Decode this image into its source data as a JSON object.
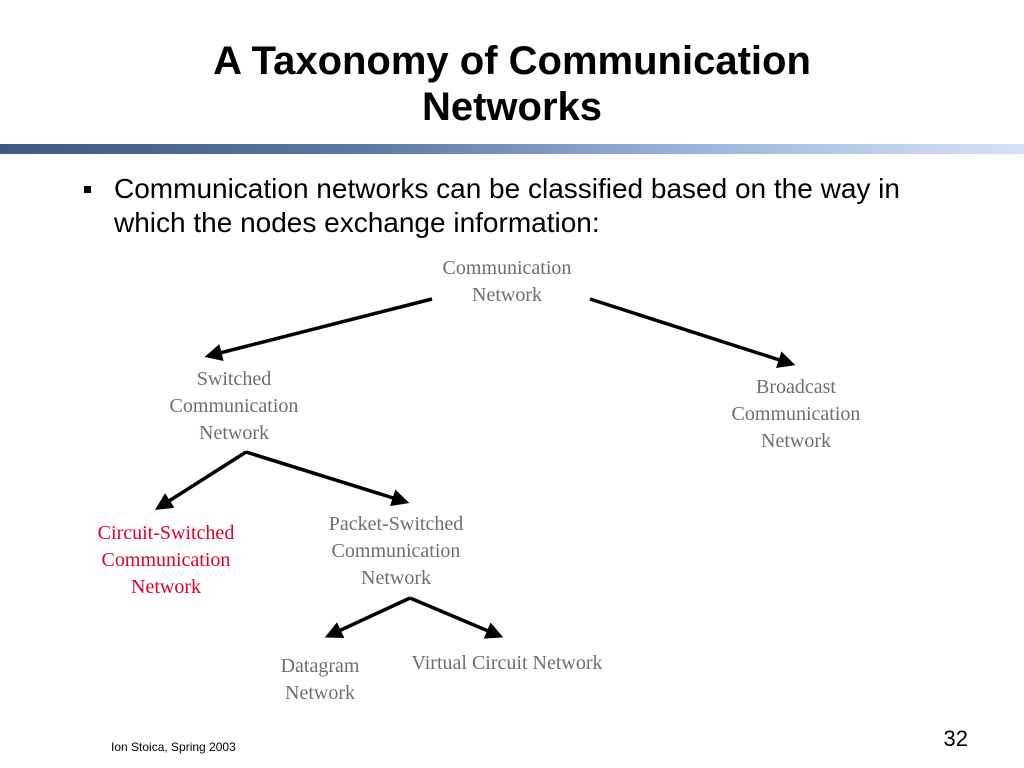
{
  "slide": {
    "title_lines": [
      "A Taxonomy of Communication",
      "Networks"
    ],
    "bullet": "Communication networks can be classified based on the way in which the nodes exchange information:",
    "footer": "Ion Stoica, Spring 2003",
    "page_number": "32"
  },
  "diagram": {
    "nodes": {
      "root": [
        "Communication",
        "Network"
      ],
      "switched": [
        "Switched",
        "Communication",
        "Network"
      ],
      "broadcast": [
        "Broadcast",
        "Communication",
        "Network"
      ],
      "circuit": [
        "Circuit-Switched",
        "Communication",
        "Network"
      ],
      "packet": [
        "Packet-Switched",
        "Communication",
        "Network"
      ],
      "datagram": [
        "Datagram",
        "Network"
      ],
      "virtual_circuit": [
        "Virtual Circuit Network"
      ]
    },
    "edges": [
      {
        "from": "root",
        "to": "switched"
      },
      {
        "from": "root",
        "to": "broadcast"
      },
      {
        "from": "switched",
        "to": "circuit"
      },
      {
        "from": "switched",
        "to": "packet"
      },
      {
        "from": "packet",
        "to": "datagram"
      },
      {
        "from": "packet",
        "to": "virtual_circuit"
      }
    ],
    "highlighted_node": "circuit",
    "colors": {
      "node_text": "#6e6e6e",
      "highlight_text": "#e4002b",
      "arrow": "#000000"
    }
  }
}
